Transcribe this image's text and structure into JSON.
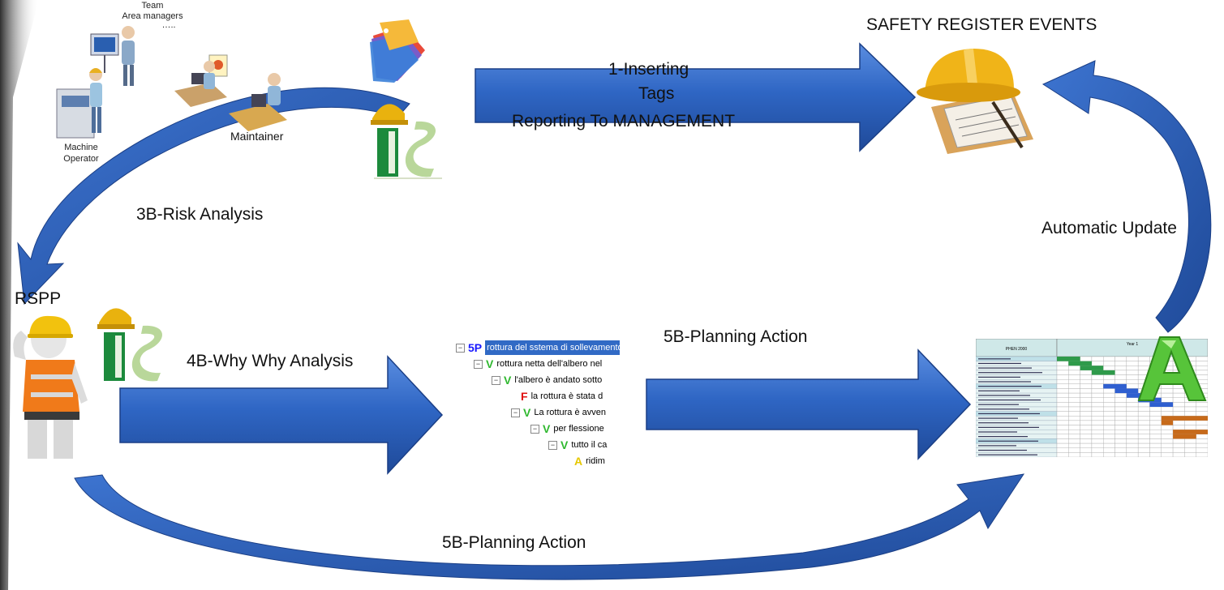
{
  "title": "SAFETY REGISTER EVENTS",
  "people_labels": {
    "team": "Team",
    "area_managers": "Area managers",
    "ellipsis": "…..",
    "machine_operator_line1": "Machine",
    "machine_operator_line2": "Operator",
    "maintainer": "Maintainer"
  },
  "flow_labels": {
    "inserting_line1": "1-Inserting",
    "inserting_line2": "Tags",
    "inserting_line3": "Reporting To MANAGEMENT",
    "risk_analysis": "3B-Risk  Analysis",
    "automatic_update": "Automatic Update",
    "rspp": "RSPP",
    "why_why": "4B-Why Why  Analysis",
    "planning_action_top": "5B-Planning Action",
    "planning_action_bottom": "5B-Planning Action"
  },
  "tree": [
    {
      "badge": "5P",
      "text": "rottura del sstema di sollevamento",
      "color": "#1a1aff",
      "selected": true
    },
    {
      "badge": "V",
      "text": "rottura netta dell'albero nel",
      "color": "#2fb82f"
    },
    {
      "badge": "V",
      "text": "l'albero è andato sotto",
      "color": "#2fb82f"
    },
    {
      "badge": "F",
      "text": "la rottura è stata d",
      "color": "#e01010"
    },
    {
      "badge": "V",
      "text": "La rottura è avven",
      "color": "#2fb82f"
    },
    {
      "badge": "V",
      "text": "per flessione",
      "color": "#2fb82f"
    },
    {
      "badge": "V",
      "text": "tutto il ca",
      "color": "#2fb82f"
    },
    {
      "badge": "A",
      "text": "ridim",
      "color": "#e6c800"
    }
  ],
  "gantt": {
    "header_left": "PHEN 2000",
    "header_right": "Year 1"
  },
  "colors": {
    "arrow_blue": "#2f66c4",
    "arrow_dark": "#1f4a99",
    "selection": "#316ac5"
  },
  "icons": [
    "tags-icon",
    "helmet-logo-icon",
    "hardhat-documents-icon",
    "rspp-worker-icon",
    "a-logo-icon"
  ]
}
